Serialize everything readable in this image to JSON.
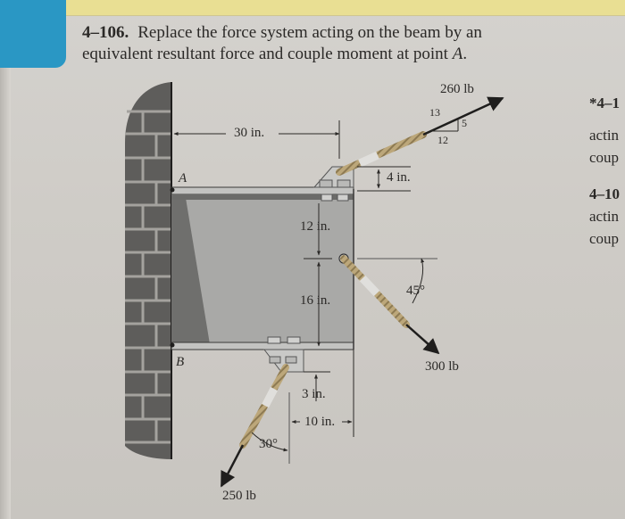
{
  "problem": {
    "number": "4–106.",
    "text_line1": "Replace the force system acting on the beam by an",
    "text_line2_a": "equivalent resultant force and couple moment at point ",
    "text_line2_point": "A",
    "text_line2_end": "."
  },
  "side_column": {
    "lines": [
      {
        "text": "*4–1",
        "bold": true
      },
      {
        "text": "actin",
        "bold": false
      },
      {
        "text": "coup",
        "bold": false
      },
      {
        "text": "4–10",
        "bold": true
      },
      {
        "text": "actin",
        "bold": false
      },
      {
        "text": "coup",
        "bold": false
      }
    ]
  },
  "figure": {
    "points": {
      "A": "A",
      "B": "B"
    },
    "dimensions": {
      "horizontal_to_top_cable": "30 in.",
      "top_bracket_offset": "4 in.",
      "upper_segment": "12 in.",
      "lower_segment": "16 in.",
      "bottom_bracket_offset": "3 in.",
      "bottom_horizontal": "10 in."
    },
    "forces": [
      {
        "name": "top-cable-force",
        "magnitude": "260 lb",
        "slope": {
          "hyp": "13",
          "rise": "5",
          "run": "12"
        }
      },
      {
        "name": "middle-cable-force",
        "magnitude": "300 lb",
        "angle": "45°"
      },
      {
        "name": "bottom-cable-force",
        "magnitude": "250 lb",
        "angle": "30°"
      }
    ]
  },
  "colors": {
    "paper": "#cfccc7",
    "beam_fill": "#a7a7a5",
    "beam_shadow": "#6f6f6d",
    "wall": "#5e5d5b",
    "rope": "#b9a57a",
    "sticky_blue": "#2a97c4",
    "sticky_yellow": "#e9df93"
  }
}
